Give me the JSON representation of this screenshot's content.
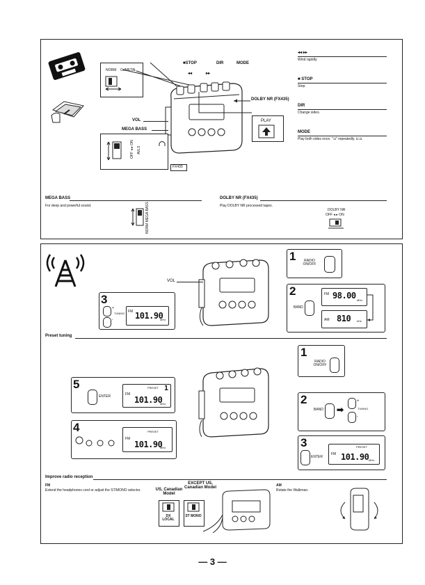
{
  "tape": {
    "switch_norm": "NORM",
    "switch_metal": "Cr/METAL",
    "label_stop": "■STOP",
    "label_dir": "DIR",
    "label_mode": "MODE",
    "label_dolby_nr": "DOLBY NR (FX435)",
    "label_play": "PLAY",
    "label_vol": "VOL",
    "label_mega_bass": "MEGA BASS",
    "label_avls": "AVLS",
    "label_off_on": "OFF ◂ ▸ ON",
    "model_tag": "FX435",
    "rw_ff_title": "◂◂ ▸▸",
    "rw_ff_desc": "Wind rapidly.",
    "stop_title": "■ STOP",
    "stop_desc": "Stop.",
    "dir_title": "DIR",
    "dir_desc": "Change sides.",
    "mode_title": "MODE",
    "mode_desc": "Play both sides once. \"⊐\" repeatedly. ⊏⊐.",
    "mega_bass_title": "MEGA BASS",
    "mega_bass_desc": "For deep and powerful sound.",
    "mega_bass_switch": "NORM MEGA BASS",
    "dolby_title": "DOLBY NR (FX435)",
    "dolby_desc": "Play DOLBY NR processed tapes.",
    "dolby_switch_label": "DOLBY NR",
    "dolby_switch_states": "OFF ◂ ▸ ON"
  },
  "radio": {
    "step1_num": "1",
    "radio_onoff": "RADIO ON/OFF",
    "step2_num": "2",
    "band_label": "BAND",
    "fm_band": "FM",
    "fm_freq": "98.00",
    "fm_unit": "MHz",
    "am_band": "AM",
    "am_freq": "810",
    "am_unit": "kHz",
    "step3_num": "3",
    "tuning_label": "TUNING",
    "plus": "+",
    "minus": "-",
    "lcd_band": "FM",
    "lcd_freq": "101.90",
    "lcd_unit": "MHz",
    "vol_label": "VOL",
    "preset_tuning_title": "Preset tuning",
    "p_step1_num": "1",
    "p_radio_onoff": "RADIO ON/OFF",
    "p_step2_num": "2",
    "p_band_label": "BAND",
    "p_tuning_label": "TUNING",
    "p_step3_num": "3",
    "p_enter": "ENTER",
    "p_step4_num": "4",
    "p_step5_num": "5",
    "p_step5_enter": "ENTER",
    "preset_word": "PRESET",
    "preset_no": "1",
    "improve_title": "Improve radio reception",
    "fm_title": "FM",
    "fm_desc": "Extend the headphones cord or adjust the ST/MONO selector.",
    "us_canadian": "US, Canadian Model",
    "except_us": "EXCEPT US, Canadian Model",
    "dx_local": "DX LOCAL",
    "st_mono": "ST MONO",
    "am_title": "AM",
    "am_desc": "Rotate the Walkman."
  },
  "page_number": "— 3 —"
}
